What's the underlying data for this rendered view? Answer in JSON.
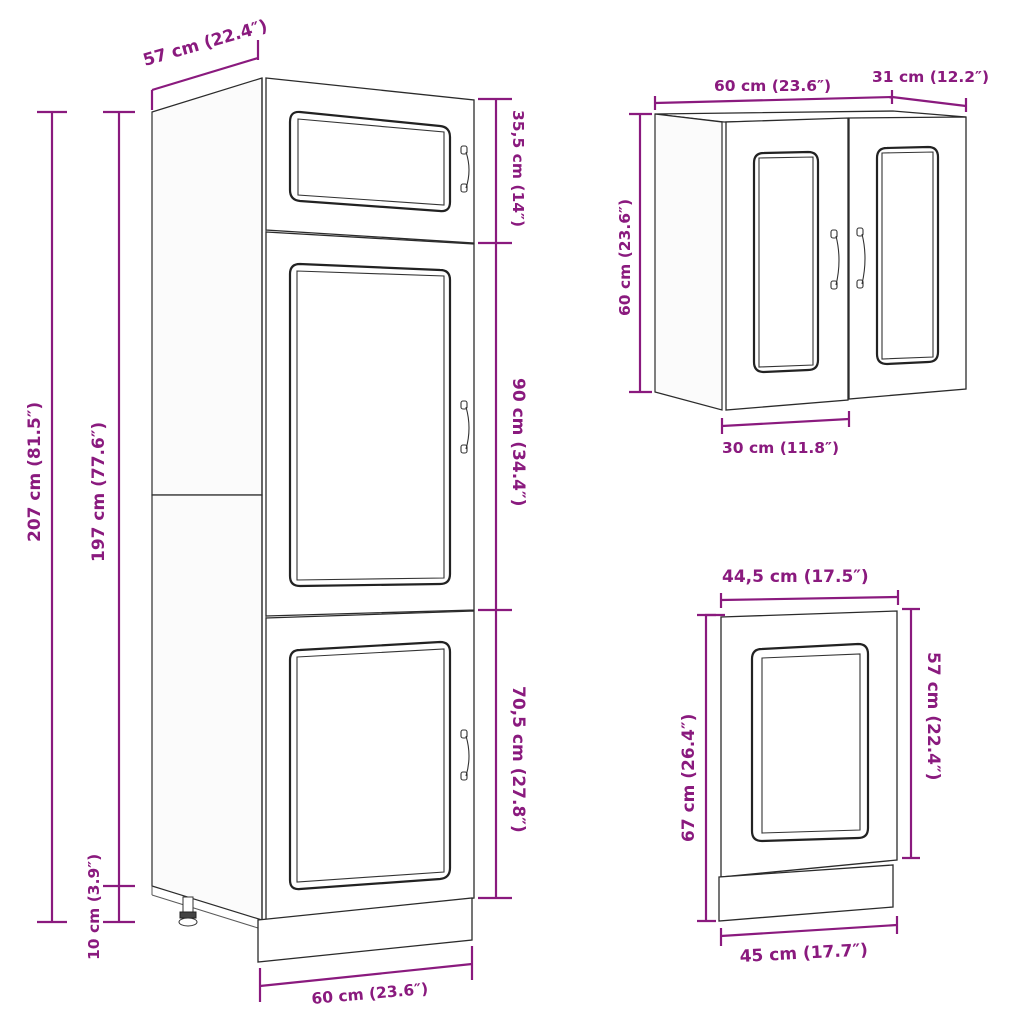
{
  "diagram": {
    "title": "Kitchen cabinet set dimensions",
    "dimension_color": "#8a1a7e",
    "line_color": "#2b2b2b",
    "tall_cabinet": {
      "name": "Tall oven cabinet (3 doors)",
      "labels": {
        "depth_top": "57 cm (22.4″)",
        "total_height": "207 cm (81.5″)",
        "body_height": "197 cm (77.6″)",
        "plinth_height": "10 cm (3.9″)",
        "door_top": "35,5 cm (14″)",
        "door_middle": "90 cm (34.4″)",
        "door_bottom": "70,5 cm (27.8″)",
        "width_bottom": "60 cm (23.6″)"
      },
      "components": [
        "top-door",
        "middle-door",
        "bottom-door",
        "plinth",
        "leveling-foot"
      ]
    },
    "wall_cabinet": {
      "name": "Wall cabinet (2 doors)",
      "labels": {
        "width": "60 cm (23.6″)",
        "depth": "31 cm (12.2″)",
        "height": "60 cm (23.6″)",
        "door_width": "30 cm (11.8″)"
      },
      "components": [
        "left-door",
        "right-door"
      ]
    },
    "dishwasher_panel": {
      "name": "Dishwasher front panel",
      "labels": {
        "panel_width": "44,5 cm (17.5″)",
        "panel_height": "57 cm (22.4″)",
        "total_height": "67 cm (26.4″)",
        "plinth_width": "45 cm (17.7″)"
      },
      "components": [
        "door-panel",
        "plinth"
      ]
    }
  }
}
